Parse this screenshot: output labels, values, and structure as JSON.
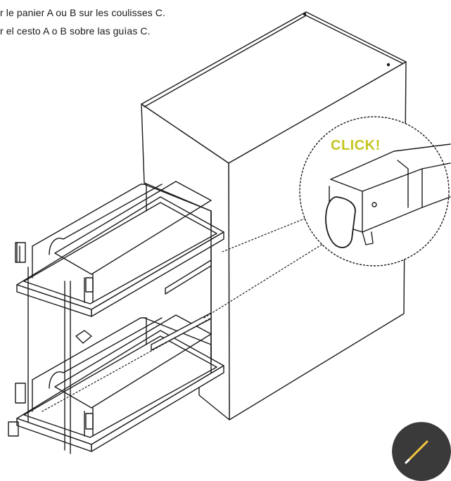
{
  "instructions": {
    "line_fr": "r le panier A ou B sur les coulisses C.",
    "line_es": "r el cesto A o B sobre las guìas C."
  },
  "callout": {
    "label": "CLICK!"
  },
  "colors": {
    "accent": "#c5c524",
    "line": "#1a1a1a",
    "badge": "#3a3a3a"
  },
  "icons": {
    "corner_badge": "pencil-icon"
  }
}
